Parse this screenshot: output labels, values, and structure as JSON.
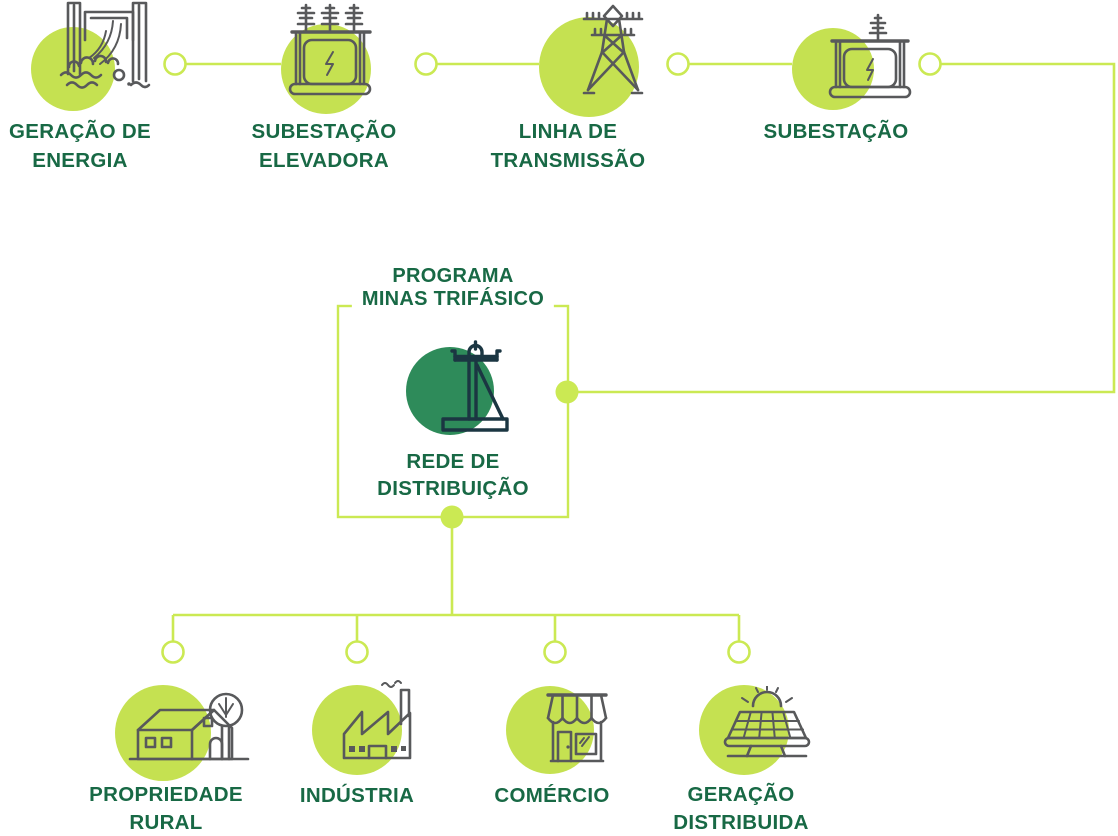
{
  "colors": {
    "circle_green": "#c5e151",
    "line_green": "#cbe953",
    "text_green": "#186945",
    "dark_circle_green": "#2e8b5a",
    "icon_gray": "#58595b",
    "icon_navy": "#1b3642",
    "background": "#ffffff"
  },
  "top_row": {
    "generation": {
      "label1": "GERAÇÃO DE",
      "label2": "ENERGIA",
      "icon": "hydro-dam-icon"
    },
    "step_up_substation": {
      "label1": "SUBESTAÇÃO",
      "label2": "ELEVADORA",
      "icon": "step-up-transformer-icon"
    },
    "transmission_line": {
      "label1": "LINHA DE",
      "label2": "TRANSMISSÃO",
      "icon": "transmission-tower-icon"
    },
    "substation": {
      "label1": "SUBESTAÇÃO",
      "icon": "transformer-icon"
    }
  },
  "program_box": {
    "title1": "PROGRAMA",
    "title2": "MINAS TRIFÁSICO",
    "distribution_network": {
      "label1": "REDE DE",
      "label2": "DISTRIBUIÇÃO",
      "icon": "utility-pole-icon"
    }
  },
  "consumers": {
    "rural_property": {
      "label1": "PROPRIEDADE",
      "label2": "RURAL",
      "icon": "farm-house-icon"
    },
    "industry": {
      "label1": "INDÚSTRIA",
      "icon": "factory-icon"
    },
    "commerce": {
      "label1": "COMÉRCIO",
      "icon": "storefront-icon"
    },
    "distributed_generation": {
      "label1": "GERAÇÃO",
      "label2": "DISTRIBUIDA",
      "icon": "solar-panel-icon"
    }
  }
}
